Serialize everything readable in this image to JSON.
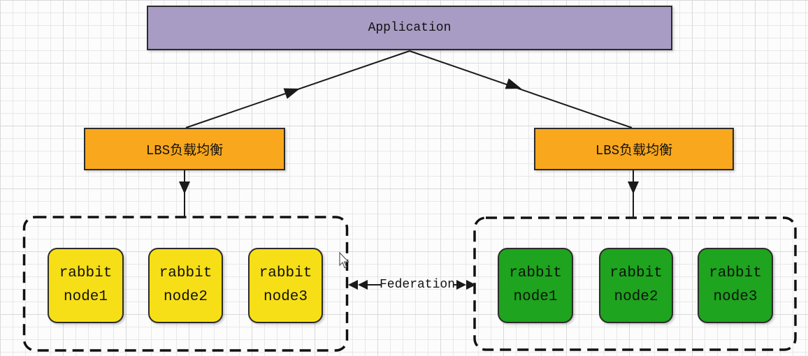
{
  "diagram": {
    "application": {
      "label": "Application"
    },
    "load_balancers": {
      "left": {
        "label": "LBS负载均衡"
      },
      "right": {
        "label": "LBS负载均衡"
      }
    },
    "clusters": {
      "left": {
        "nodes": [
          {
            "line1": "rabbit",
            "line2": "node1"
          },
          {
            "line1": "rabbit",
            "line2": "node2"
          },
          {
            "line1": "rabbit",
            "line2": "node3"
          }
        ]
      },
      "right": {
        "nodes": [
          {
            "line1": "rabbit",
            "line2": "node1"
          },
          {
            "line1": "rabbit",
            "line2": "node2"
          },
          {
            "line1": "rabbit",
            "line2": "node3"
          }
        ]
      }
    },
    "federation": {
      "label": "Federation"
    }
  },
  "icons": {
    "cursor": "mouse-cursor-icon"
  },
  "colors": {
    "application_fill": "#a89cc4",
    "lbs_fill": "#f9a71c",
    "node_yellow": "#f7df17",
    "node_green": "#1ea41e",
    "connector": "#1a1a1a",
    "cluster_border": "#111111",
    "grid_line": "#e8e8e8",
    "canvas_background": "#fcfcfc"
  }
}
